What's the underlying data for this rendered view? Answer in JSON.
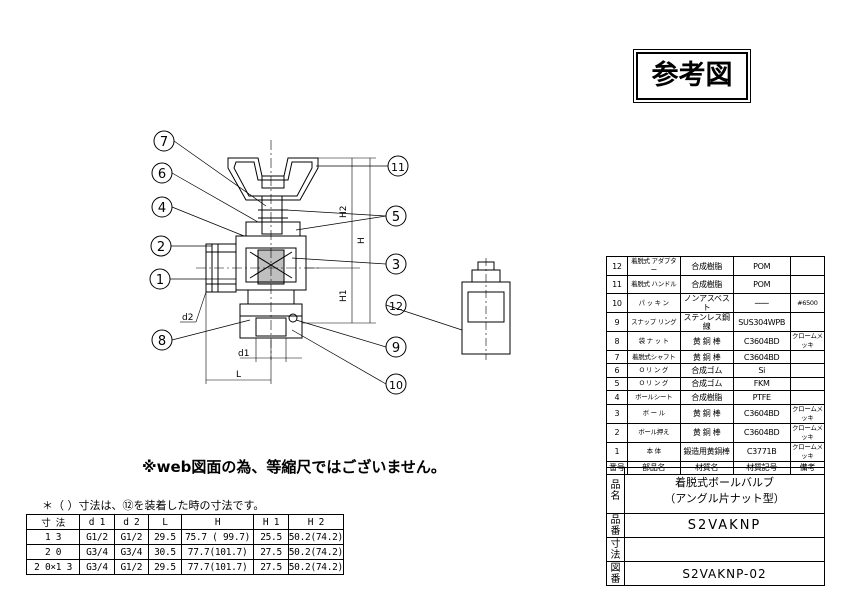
{
  "title": "参考図",
  "note_web": "※web図面の為、等縮尺ではございません。",
  "note_dim": "＊（ ）寸法は、⑫を装着した時の寸法です。",
  "drawing": {
    "callouts": [
      "1",
      "2",
      "3",
      "4",
      "5",
      "6",
      "7",
      "8",
      "9",
      "10",
      "11",
      "12"
    ],
    "dims": {
      "h2": "H2",
      "h": "H",
      "h1": "H1",
      "d2": "d2",
      "d1": "d1",
      "l": "L"
    }
  },
  "dim_table": {
    "headers": [
      "寸 法",
      "d 1",
      "d 2",
      "L",
      "H",
      "H 1",
      "H 2"
    ],
    "rows": [
      [
        "1 3",
        "G1/2",
        "G1/2",
        "29.5",
        "75.7 ( 99.7)",
        "25.5",
        "50.2(74.2)"
      ],
      [
        "2 0",
        "G3/4",
        "G3/4",
        "30.5",
        "77.7(101.7)",
        "27.5",
        "50.2(74.2)"
      ],
      [
        "2 0×1 3",
        "G3/4",
        "G1/2",
        "29.5",
        "77.7(101.7)",
        "27.5",
        "50.2(74.2)"
      ]
    ]
  },
  "parts_table": {
    "rows": [
      {
        "no": "12",
        "name": "着脱式 アダプター",
        "material": "合成樹脂",
        "code": "POM",
        "note": ""
      },
      {
        "no": "11",
        "name": "着脱式 ハンドル",
        "material": "合成樹脂",
        "code": "POM",
        "note": ""
      },
      {
        "no": "10",
        "name": "パ ッ キ ン",
        "material": "ノンアスベスト",
        "code": "───",
        "note": "#6500"
      },
      {
        "no": "9",
        "name": "スナップ リング",
        "material": "ステンレス鋼線",
        "code": "SUS304WPB",
        "note": ""
      },
      {
        "no": "8",
        "name": "袋 ナ ッ ト",
        "material": "黄 銅 棒",
        "code": "C3604BD",
        "note": "クロームメッキ"
      },
      {
        "no": "7",
        "name": "着脱式シャフト",
        "material": "黄 銅 棒",
        "code": "C3604BD",
        "note": ""
      },
      {
        "no": "6",
        "name": "O リ ン グ",
        "material": "合成ゴム",
        "code": "Si",
        "note": ""
      },
      {
        "no": "5",
        "name": "O リ ン グ",
        "material": "合成ゴム",
        "code": "FKM",
        "note": ""
      },
      {
        "no": "4",
        "name": "ボールシート",
        "material": "合成樹脂",
        "code": "PTFE",
        "note": ""
      },
      {
        "no": "3",
        "name": "ボ ー ル",
        "material": "黄 銅 棒",
        "code": "C3604BD",
        "note": "クロームメッキ"
      },
      {
        "no": "2",
        "name": "ボール押え",
        "material": "黄 銅 棒",
        "code": "C3604BD",
        "note": "クロームメッキ"
      },
      {
        "no": "1",
        "name": "本 体",
        "material": "鍛造用黄銅棒",
        "code": "C3771B",
        "note": "クロームメッキ"
      }
    ],
    "header": {
      "no": "番号",
      "name": "部品名",
      "material": "材質名",
      "code": "材質記号",
      "note": "備考"
    }
  },
  "info": {
    "name_label": "品名",
    "name_line1": "着脱式ボールバルブ",
    "name_line2": "（アングル片ナット型）",
    "code_label": "品番",
    "code_value": "S2VAKNP",
    "dim_label": "寸法",
    "dim_value": "",
    "drawing_label": "図番",
    "drawing_value": "S2VAKNP-02"
  }
}
